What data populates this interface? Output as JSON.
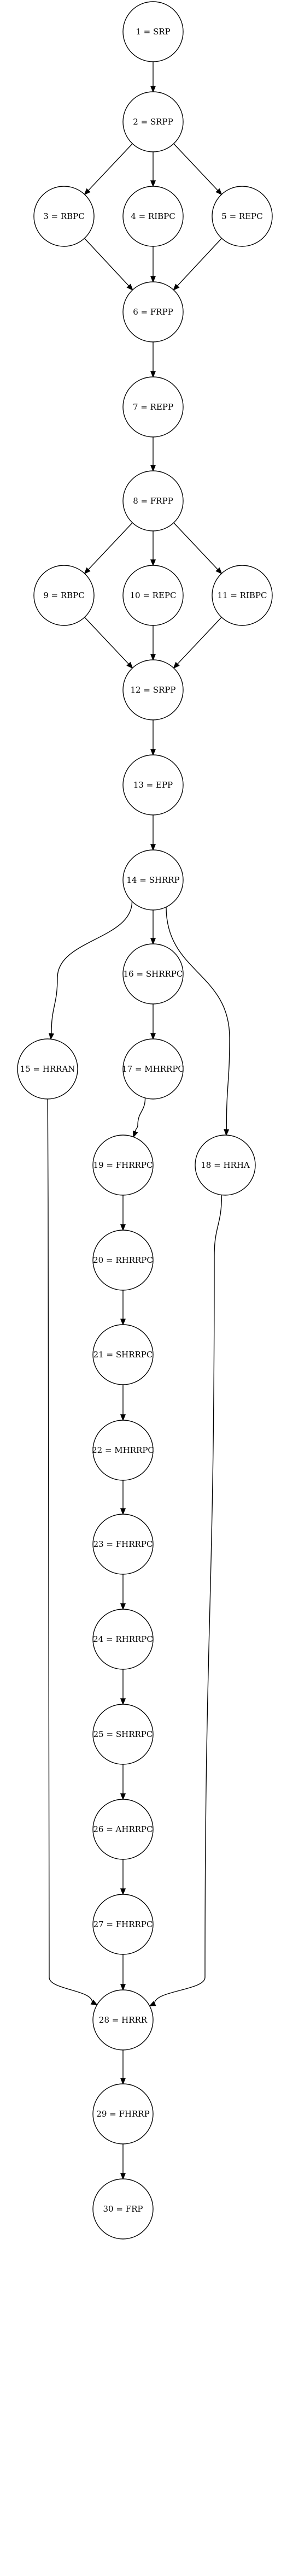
{
  "nodes": [
    {
      "id": 1,
      "label": "1 = SRP"
    },
    {
      "id": 2,
      "label": "2 = SRPP"
    },
    {
      "id": 3,
      "label": "3 = RBPC"
    },
    {
      "id": 4,
      "label": "4 = RIBPC"
    },
    {
      "id": 5,
      "label": "5 = REPC"
    },
    {
      "id": 6,
      "label": "6 = FRPP"
    },
    {
      "id": 7,
      "label": "7 = REPP"
    },
    {
      "id": 8,
      "label": "8 = FRPP"
    },
    {
      "id": 9,
      "label": "9 = RBPC"
    },
    {
      "id": 10,
      "label": "10 = REPC"
    },
    {
      "id": 11,
      "label": "11 = RIBPC"
    },
    {
      "id": 12,
      "label": "12 = SRPP"
    },
    {
      "id": 13,
      "label": "13 = EPP"
    },
    {
      "id": 14,
      "label": "14 = SHRRP"
    },
    {
      "id": 15,
      "label": "15 = HRRAN"
    },
    {
      "id": 16,
      "label": "16 = SHRRPC"
    },
    {
      "id": 17,
      "label": "17 = MHRRPC"
    },
    {
      "id": 18,
      "label": "18 = HRHA"
    },
    {
      "id": 19,
      "label": "19 = FHRRPC"
    },
    {
      "id": 20,
      "label": "20 = RHRRPC"
    },
    {
      "id": 21,
      "label": "21 = SHRRPC"
    },
    {
      "id": 22,
      "label": "22 = MHRRPC"
    },
    {
      "id": 23,
      "label": "23 = FHRRPC"
    },
    {
      "id": 24,
      "label": "24 = RHRRPC"
    },
    {
      "id": 25,
      "label": "25 = SHRRPC"
    },
    {
      "id": 26,
      "label": "26 = AHRRPC"
    },
    {
      "id": 27,
      "label": "27 = FHRRPC"
    },
    {
      "id": 28,
      "label": "28 = HRRR"
    },
    {
      "id": 29,
      "label": "29 = FHRRP"
    },
    {
      "id": 30,
      "label": "30 = FRP"
    }
  ],
  "edges": [
    [
      1,
      2
    ],
    [
      2,
      3
    ],
    [
      2,
      4
    ],
    [
      2,
      5
    ],
    [
      3,
      6
    ],
    [
      4,
      6
    ],
    [
      5,
      6
    ],
    [
      6,
      7
    ],
    [
      7,
      8
    ],
    [
      8,
      9
    ],
    [
      8,
      10
    ],
    [
      8,
      11
    ],
    [
      9,
      12
    ],
    [
      10,
      12
    ],
    [
      11,
      12
    ],
    [
      12,
      13
    ],
    [
      13,
      14
    ],
    [
      14,
      15
    ],
    [
      14,
      16
    ],
    [
      14,
      18
    ],
    [
      16,
      17
    ],
    [
      17,
      19
    ],
    [
      19,
      20
    ],
    [
      20,
      21
    ],
    [
      21,
      22
    ],
    [
      22,
      23
    ],
    [
      23,
      24
    ],
    [
      24,
      25
    ],
    [
      25,
      26
    ],
    [
      26,
      27
    ],
    [
      27,
      28
    ],
    [
      15,
      28
    ],
    [
      18,
      28
    ],
    [
      28,
      29
    ],
    [
      29,
      30
    ]
  ]
}
